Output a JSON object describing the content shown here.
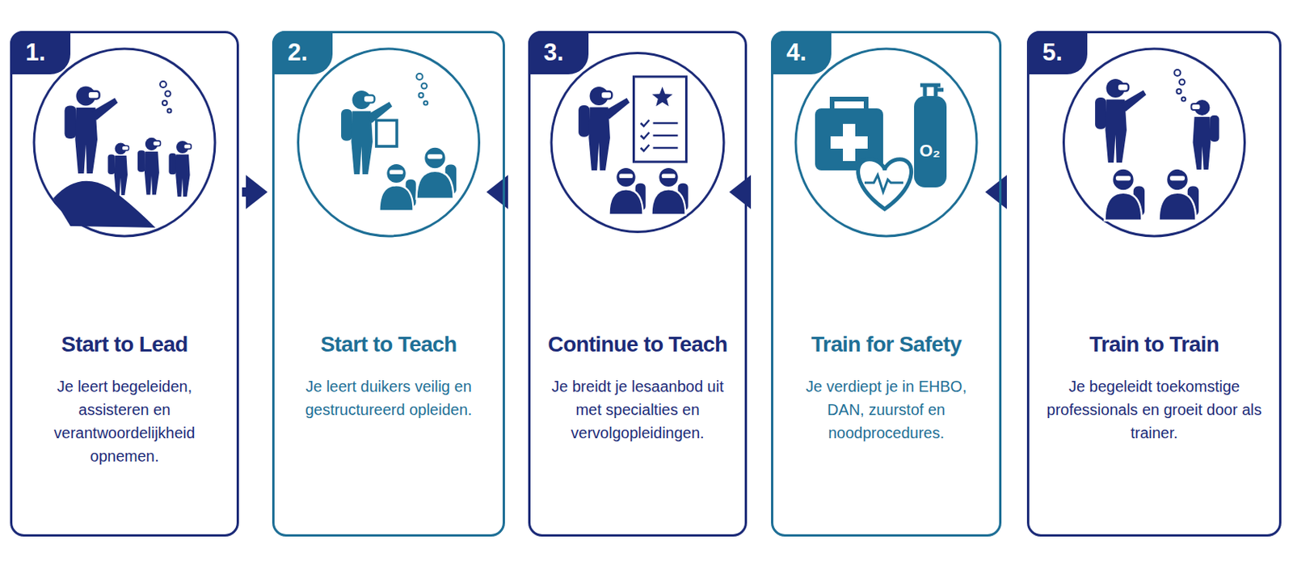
{
  "diagram": {
    "nodes": [
      {
        "text": [
          "1.",
          "Start to Lead",
          "Je leert begeleiden, assisteren en verantwoordelijkheid opnemen."
        ]
      },
      {
        "text": [
          "2.",
          "Start to Teach",
          "Je leert duikers veilig en gestructureerd opleiden."
        ]
      },
      {
        "text": [
          "3.",
          "Continue to Teach",
          "Je breidt je lesaanbod uit met specialties en vervolgopleidingen."
        ]
      },
      {
        "text": [
          "4.",
          "Train for Safety",
          "Je verdiept je in EHBO, DAN, zuurstof en noodprocedures."
        ]
      },
      {
        "text": [
          "5.",
          "Train to Train",
          "Je begeleidt toekomstige professionals en groeit door als trainer."
        ]
      }
    ],
    "edges": [
      {
        "from": 0,
        "to": 1,
        "arrow": "to"
      },
      {
        "from": 1,
        "to": 2,
        "arrow": "to"
      },
      {
        "from": 2,
        "to": 3,
        "arrow": "to"
      },
      {
        "from": 3,
        "to": 4,
        "arrow": "to"
      }
    ],
    "labels": [
      "O₂"
    ]
  }
}
